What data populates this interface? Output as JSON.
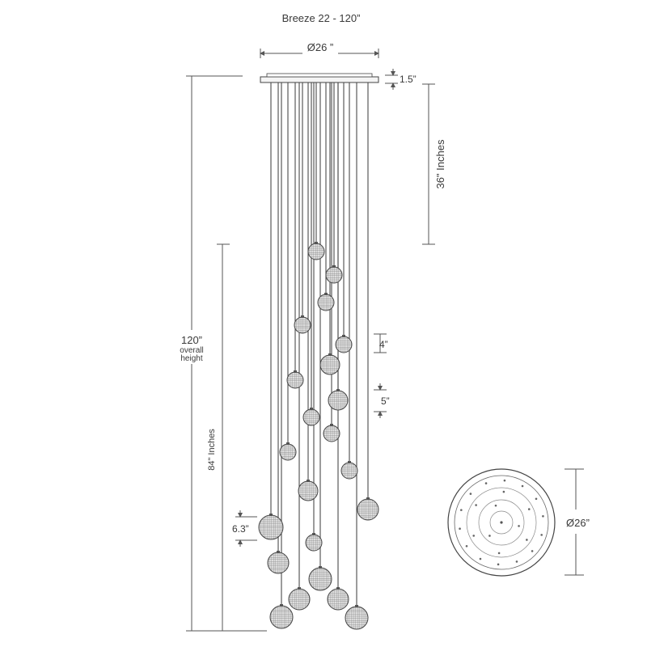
{
  "title": "Breeze 22 - 120”",
  "canopy_diameter": "Ø26 ”",
  "canopy_thickness": "1.5”",
  "top_drop": "36\" Inches",
  "overall_value": "120”",
  "overall_word1": "overall",
  "overall_word2": "height",
  "cluster_drop": "84\" Inches",
  "small_globe": "4”",
  "medium_globe": "5”",
  "large_globe": "6.3”",
  "plan_diameter": "Ø26”",
  "globe_count": 22,
  "colors": {
    "line": "#4a4a4a",
    "globe_fill": "#d4d4d4",
    "background": "#ffffff"
  }
}
